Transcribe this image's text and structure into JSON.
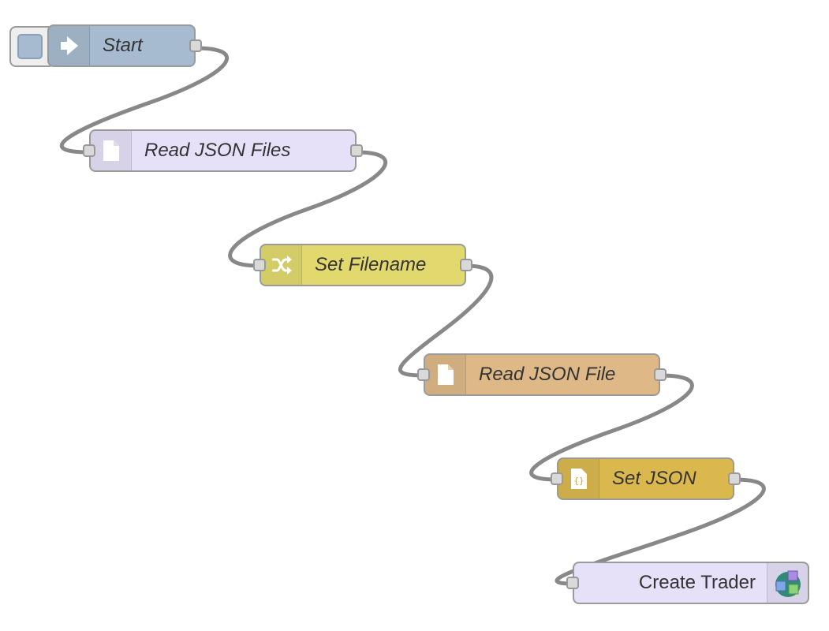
{
  "flow": {
    "nodes": [
      {
        "label": "Start",
        "type": "inject",
        "color": "#a6bbcf",
        "icon": "arrow-in-icon"
      },
      {
        "label": "Read JSON Files",
        "type": "file-in",
        "color": "#e6e0f8",
        "icon": "file-icon"
      },
      {
        "label": "Set Filename",
        "type": "change",
        "color": "#e2d96e",
        "icon": "shuffle-icon"
      },
      {
        "label": "Read JSON File",
        "type": "file-in",
        "color": "#deb887",
        "icon": "file-icon"
      },
      {
        "label": "Set JSON",
        "type": "json",
        "color": "#dab84e",
        "icon": "json-braces-icon"
      },
      {
        "label": "Create Trader",
        "type": "custom",
        "color": "#e6e0f8",
        "icon": "cubes-icon"
      }
    ],
    "wire_color": "#888888"
  }
}
